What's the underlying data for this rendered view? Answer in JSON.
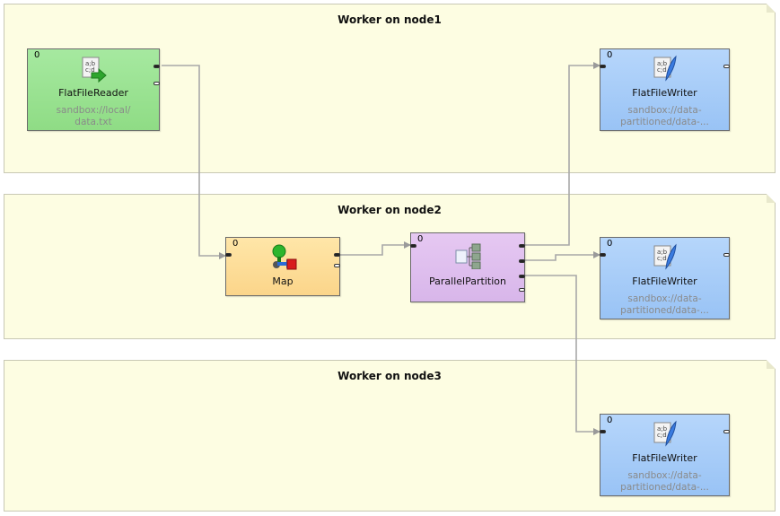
{
  "notes": [
    {
      "title": "Worker on node1"
    },
    {
      "title": "Worker on node2"
    },
    {
      "title": "Worker on node3"
    }
  ],
  "components": {
    "reader": {
      "index": "0",
      "name": "FlatFileReader",
      "sub1": "sandbox://local/",
      "sub2": "data.txt",
      "icon": "flat-file-reader-icon"
    },
    "map": {
      "index": "0",
      "name": "Map",
      "icon": "map-icon"
    },
    "partition": {
      "index": "0",
      "name": "ParallelPartition",
      "icon": "parallel-partition-icon"
    },
    "writer1": {
      "index": "0",
      "name": "FlatFileWriter",
      "sub1": "sandbox://data-",
      "sub2": "partitioned/data-...",
      "icon": "flat-file-writer-icon"
    },
    "writer2": {
      "index": "0",
      "name": "FlatFileWriter",
      "sub1": "sandbox://data-",
      "sub2": "partitioned/data-...",
      "icon": "flat-file-writer-icon"
    },
    "writer3": {
      "index": "0",
      "name": "FlatFileWriter",
      "sub1": "sandbox://data-",
      "sub2": "partitioned/data-...",
      "icon": "flat-file-writer-icon"
    }
  },
  "colors": {
    "note_bg": "#fdfde2",
    "reader": "#8fdc85",
    "writer": "#99c3f5",
    "map": "#fbd58a",
    "partition": "#d8b6ea",
    "edge": "#a0a0a0"
  },
  "edges": [
    {
      "from": "reader",
      "to": "map"
    },
    {
      "from": "map",
      "to": "partition"
    },
    {
      "from": "partition",
      "to": "writer1"
    },
    {
      "from": "partition",
      "to": "writer2"
    },
    {
      "from": "partition",
      "to": "writer3"
    }
  ]
}
